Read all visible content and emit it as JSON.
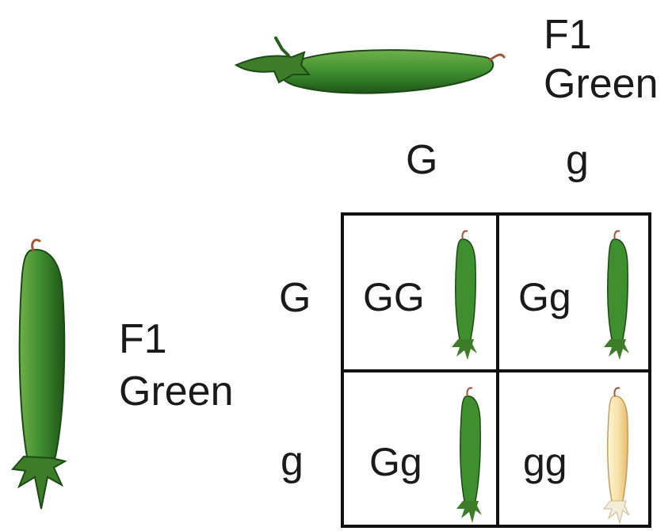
{
  "top_parent": {
    "generation": "F1",
    "phenotype": "Green"
  },
  "left_parent": {
    "generation": "F1",
    "phenotype": "Green"
  },
  "top_alleles": [
    "G",
    "g"
  ],
  "left_alleles": [
    "G",
    "g"
  ],
  "cells": [
    {
      "genotype": "GG",
      "pod_color": "green"
    },
    {
      "genotype": "Gg",
      "pod_color": "green"
    },
    {
      "genotype": "Gg",
      "pod_color": "green"
    },
    {
      "genotype": "gg",
      "pod_color": "yellow"
    }
  ],
  "colors": {
    "green_pod": "#3f8f2f",
    "green_dark": "#25621d",
    "yellow_pod": "#f6e2a8"
  }
}
